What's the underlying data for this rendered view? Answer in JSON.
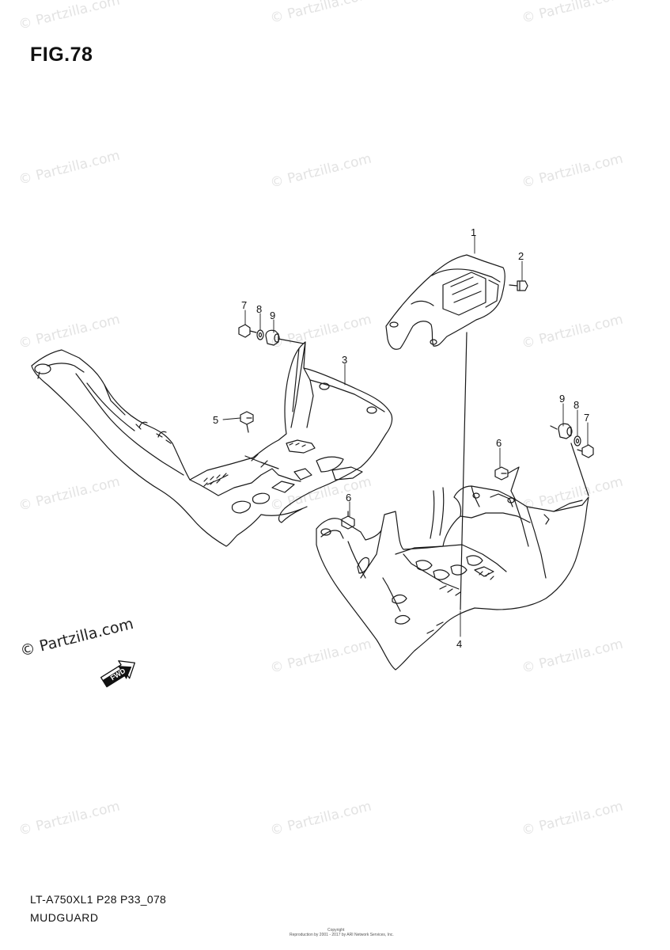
{
  "figure": {
    "title": "FIG.78",
    "code": "LT-A750XL1 P28 P33_078",
    "name": "MUDGUARD"
  },
  "watermark": {
    "text": "© Partzilla.com",
    "color": "#e3e3e3"
  },
  "fwd_arrow": {
    "label": "FWD"
  },
  "callouts": [
    "1",
    "2",
    "3",
    "4",
    "5",
    "6",
    "6",
    "7",
    "7",
    "8",
    "8",
    "9",
    "9"
  ],
  "copyright": {
    "line1": "Copyright",
    "line2": "Reproduction by 2001 - 2017 by ARI Network Services, Inc."
  },
  "colors": {
    "line": "#1a1a1a",
    "background": "#ffffff"
  }
}
